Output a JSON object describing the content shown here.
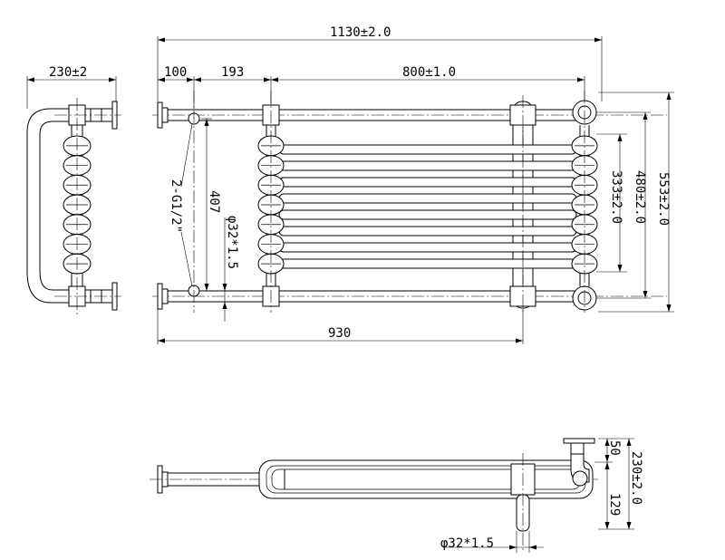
{
  "dimensions": {
    "overall_width": "1130±2.0",
    "side_depth": "230±2",
    "inlet_offset": "100",
    "first_bar": "193",
    "bar_center": "800±1.0",
    "lower_length": "930",
    "connection": "2-G1/2\"",
    "connection_height": "407",
    "tube_diameter": "φ32*1.5",
    "total_height": "553±2.0",
    "center_height": "480±2.0",
    "radiator_height": "333±2.0",
    "plan_depth": "230±2.0",
    "plan_offset_a": "50",
    "plan_offset_b": "129",
    "plan_tube_diameter": "φ32*1.5"
  }
}
